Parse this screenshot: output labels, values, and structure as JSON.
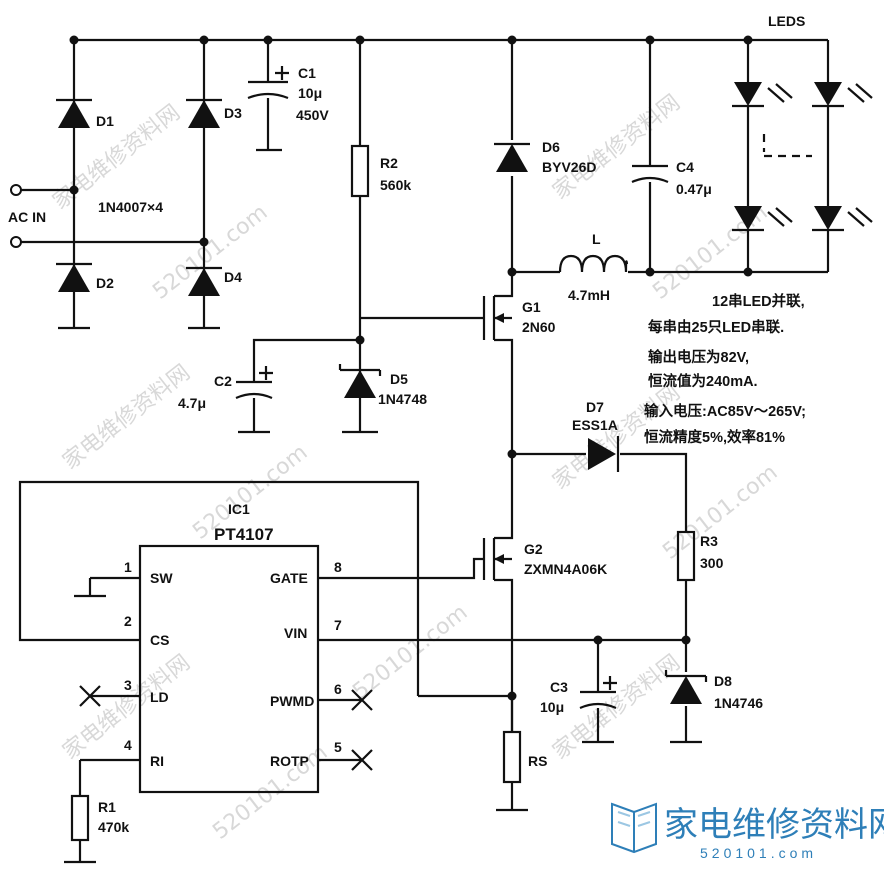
{
  "components": {
    "d1": "D1",
    "d2": "D2",
    "d3": "D3",
    "d4": "D4",
    "rectifier_note": "1N4007×4",
    "ac_in": "AC IN",
    "c1_name": "C1",
    "c1_cap": "10μ",
    "c1_volt": "450V",
    "r2_name": "R2",
    "r2_val": "560k",
    "d6_name": "D6",
    "d6_part": "BYV26D",
    "c4_name": "C4",
    "c4_val": "0.47μ",
    "leds": "LEDS",
    "l_name": "L",
    "l_val": "4.7mH",
    "g1_name": "G1",
    "g1_part": "2N60",
    "c2_name": "C2",
    "c2_val": "4.7μ",
    "d5_name": "D5",
    "d5_part": "1N4748",
    "d7_name": "D7",
    "d7_part": "ESS1A",
    "ic_name": "IC1",
    "ic_part": "PT4107",
    "g2_name": "G2",
    "g2_part": "ZXMN4A06K",
    "r3_name": "R3",
    "r3_val": "300",
    "c3_name": "C3",
    "c3_val": "10μ",
    "d8_name": "D8",
    "d8_part": "1N4746",
    "rs_name": "RS",
    "r1_name": "R1",
    "r1_val": "470k"
  },
  "ic_pins": {
    "p1": "1",
    "p2": "2",
    "p3": "3",
    "p4": "4",
    "p5": "5",
    "p6": "6",
    "p7": "7",
    "p8": "8",
    "sw": "SW",
    "cs": "CS",
    "ld": "LD",
    "ri": "RI",
    "gate": "GATE",
    "vin": "VIN",
    "pwmd": "PWMD",
    "rotp": "ROTP"
  },
  "notes": [
    "12串LED并联,",
    "每串由25只LED串联.",
    "输出电压为82V,",
    "恒流值为240mA.",
    "输入电压:AC85V～265V;",
    "恒流精度5%,效率81%"
  ],
  "watermark": {
    "site_cn": "家电维修资料网",
    "site_num": "520101.com",
    "logo_text": "家电维修资料网",
    "logo_url": "520101.com"
  },
  "colors": {
    "ink": "#111111",
    "logo": "#2e7fb8",
    "watermark": "#d8d8d8"
  }
}
